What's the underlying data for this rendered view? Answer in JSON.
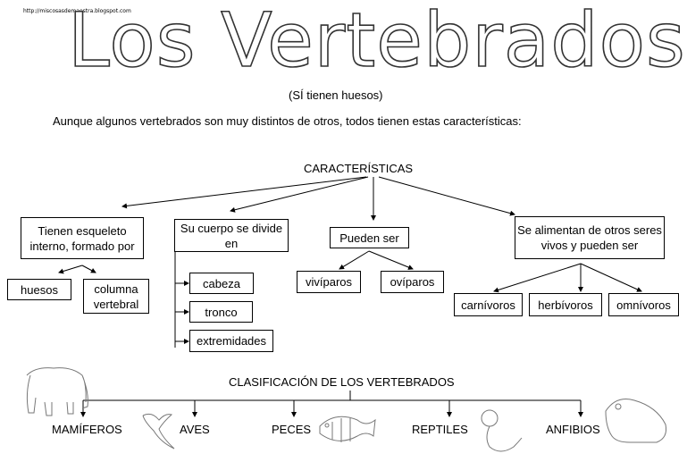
{
  "url": "http://miscosasdemaestra.blogspot.com",
  "title": "Los Vertebrados",
  "subtitle": "(SÍ tienen huesos)",
  "intro": "Aunque algunos vertebrados son muy distintos de otros, todos tienen estas características:",
  "characteristics": {
    "heading": "CARACTERÍSTICAS",
    "skeleton": {
      "label": "Tienen esqueleto interno, formado por",
      "items": [
        "huesos",
        "columna vertebral"
      ]
    },
    "body": {
      "label": "Su cuerpo se divide en",
      "items": [
        "cabeza",
        "tronco",
        "extremidades"
      ]
    },
    "reproduction": {
      "label": "Pueden ser",
      "items": [
        "vivíparos",
        "ovíparos"
      ]
    },
    "feeding": {
      "label": "Se alimentan de otros seres vivos y pueden ser",
      "items": [
        "carnívoros",
        "herbívoros",
        "omnívoros"
      ]
    }
  },
  "classification": {
    "heading": "CLASIFICACIÓN DE LOS VERTEBRADOS",
    "groups": [
      "MAMÍFEROS",
      "AVES",
      "PECES",
      "REPTILES",
      "ANFIBIOS"
    ]
  }
}
